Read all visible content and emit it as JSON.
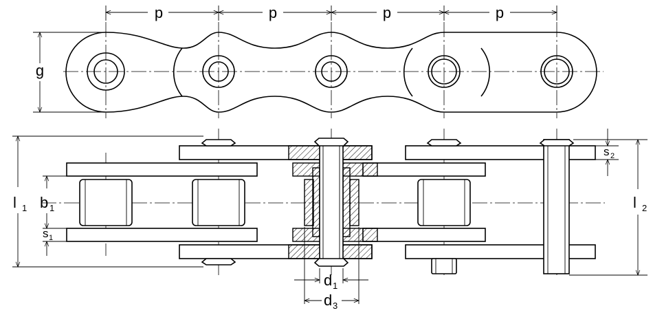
{
  "labels": {
    "pitch": "p",
    "plate_height": "g",
    "inner_width_main": "b",
    "inner_width_sub": "1",
    "inner_plate_thick_main": "s",
    "inner_plate_thick_sub": "1",
    "outer_plate_thick_main": "s",
    "outer_plate_thick_sub": "2",
    "length_left_main": "l",
    "length_left_sub": "1",
    "length_right_main": "l",
    "length_right_sub": "2",
    "pin_dia_main": "d",
    "pin_dia_sub": "1",
    "roller_dia_main": "d",
    "roller_dia_sub": "3"
  },
  "colors": {
    "line": "#000000",
    "background": "#ffffff"
  }
}
